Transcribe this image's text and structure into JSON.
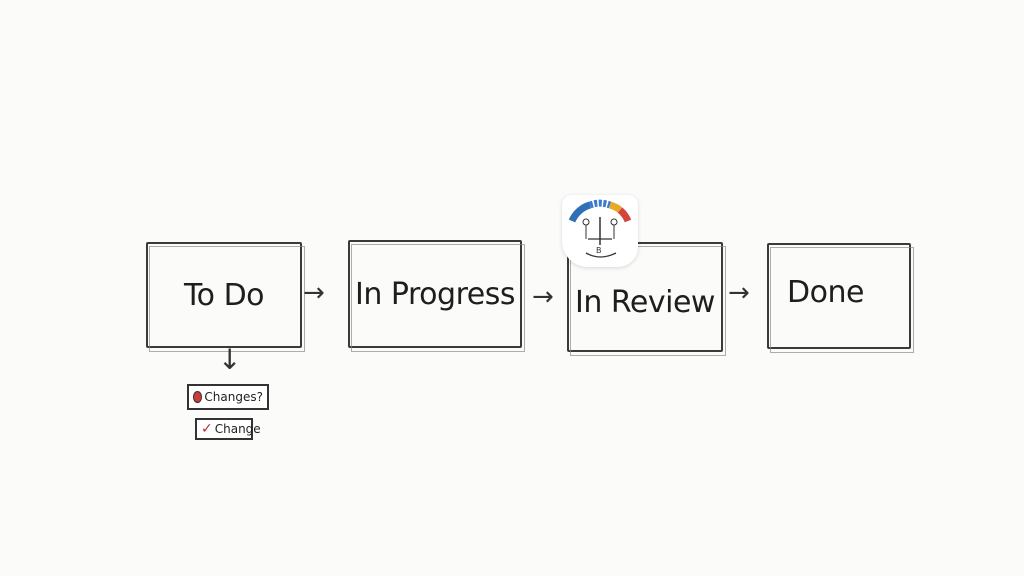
{
  "diagram": {
    "stages": [
      {
        "label": "To Do"
      },
      {
        "label": "In Progress"
      },
      {
        "label": "In Review"
      },
      {
        "label": "Done"
      }
    ],
    "arrow_glyph": "→",
    "down_arrow_glyph": "↓",
    "notes": [
      {
        "icon": "red-circle-icon",
        "text": "Changes?"
      },
      {
        "icon": "checkmark-icon",
        "text": "Change"
      }
    ],
    "badge": {
      "icon": "reviewer-gauge-icon"
    },
    "colors": {
      "stroke": "#3a3a3a",
      "background": "#fbfbf9",
      "check": "#c0262d"
    }
  }
}
